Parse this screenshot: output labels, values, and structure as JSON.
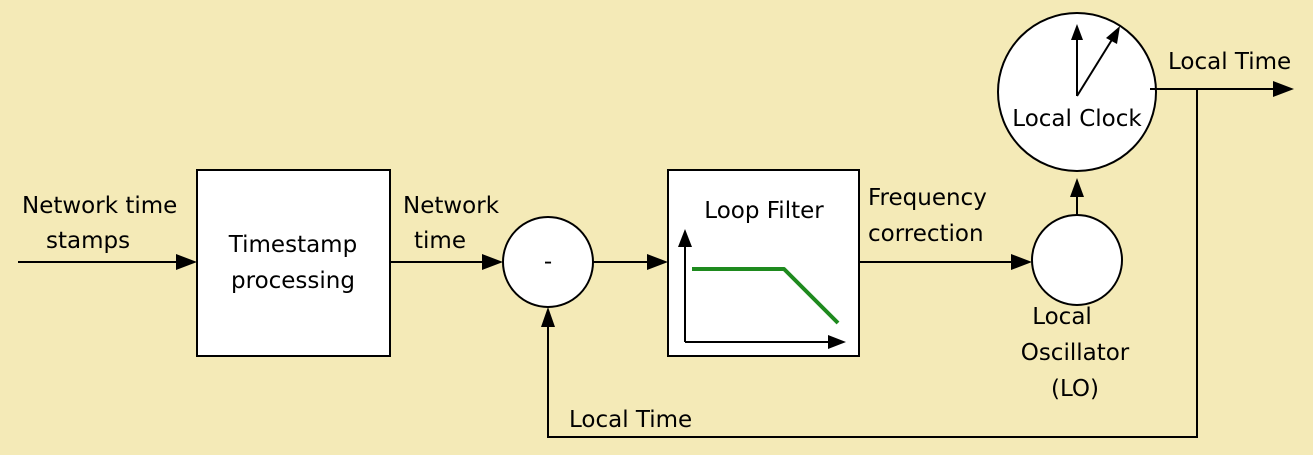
{
  "labels": {
    "network_time_stamps": [
      "Network time",
      "stamps"
    ],
    "network_time": [
      "Network",
      "time"
    ],
    "frequency_correction": [
      "Frequency",
      "correction"
    ],
    "local_time_output": "Local Time",
    "local_time_feedback": "Local Time"
  },
  "blocks": {
    "timestamp_processing": [
      "Timestamp",
      "processing"
    ],
    "subtractor": "-",
    "loop_filter": "Loop Filter",
    "local_oscillator": [
      "Local",
      "Oscillator",
      "(LO)"
    ],
    "local_clock": "Local Clock"
  },
  "colors": {
    "background": "#f4eab7",
    "block_fill": "#ffffff",
    "filter_curve": "#1e8a1e"
  }
}
